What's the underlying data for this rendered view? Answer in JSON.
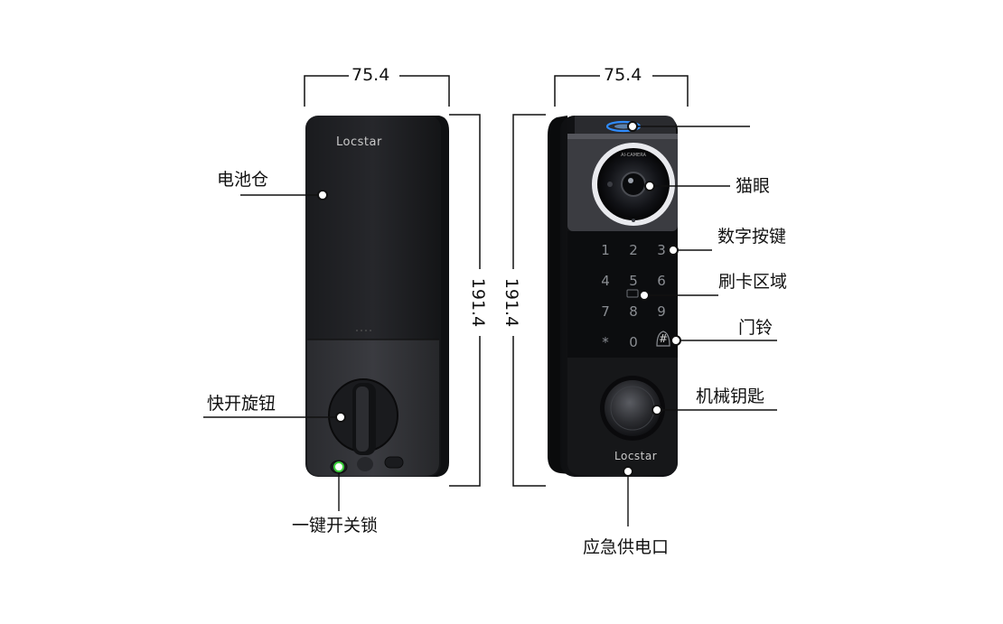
{
  "dimensions": {
    "width_left": "75.4",
    "width_right": "75.4",
    "height_left": "191.4",
    "height_right": "191.4"
  },
  "brand": {
    "back": "Locstar",
    "front": "Locstar"
  },
  "labels": {
    "battery_compartment": "电池仓",
    "thumb_turn": "快开旋钮",
    "one_touch_lock": "一键开关锁",
    "peephole": "猫眼",
    "keypad": "数字按键",
    "card_area": "刷卡区域",
    "doorbell": "门铃",
    "mechanical_key": "机械钥匙",
    "emergency_power": "应急供电口"
  },
  "keypad": {
    "keys": [
      "1",
      "2",
      "3",
      "4",
      "5",
      "6",
      "7",
      "8",
      "9",
      "*",
      "0",
      "#"
    ]
  },
  "colors": {
    "body_dark": "#1e1f22",
    "panel_black": "#0c0d0f",
    "indicator_blue": "#2f8cff",
    "button_green": "#3bd13b"
  }
}
